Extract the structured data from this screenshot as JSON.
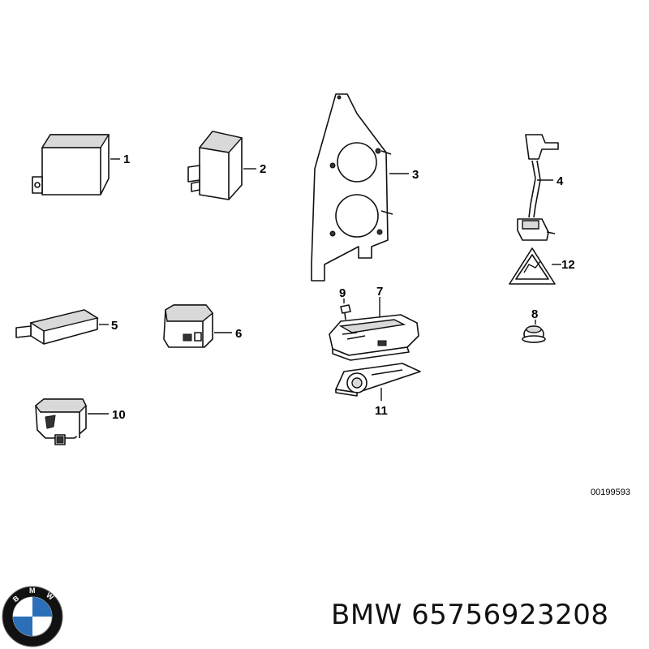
{
  "diagram": {
    "drawing_code": "00199593",
    "callouts": [
      {
        "id": "c1",
        "label": "1"
      },
      {
        "id": "c2",
        "label": "2"
      },
      {
        "id": "c3",
        "label": "3"
      },
      {
        "id": "c4",
        "label": "4"
      },
      {
        "id": "c5",
        "label": "5"
      },
      {
        "id": "c6",
        "label": "6"
      },
      {
        "id": "c7",
        "label": "7"
      },
      {
        "id": "c8",
        "label": "8"
      },
      {
        "id": "c9",
        "label": "9"
      },
      {
        "id": "c10",
        "label": "10"
      },
      {
        "id": "c11",
        "label": "11"
      },
      {
        "id": "c12",
        "label": "12"
      }
    ]
  },
  "footer": {
    "part_number": "BMW 65756923208"
  },
  "logo": {
    "letters": "BMW",
    "colors": {
      "ring": "#111111",
      "blue": "#2a6fb7",
      "white": "#ffffff"
    }
  }
}
